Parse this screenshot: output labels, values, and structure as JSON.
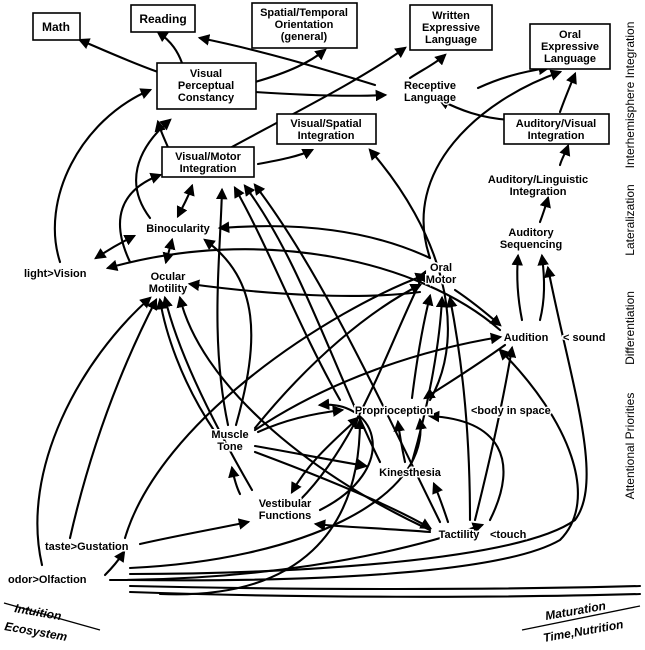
{
  "nodes": {
    "math": [
      "Math"
    ],
    "reading": [
      "Reading"
    ],
    "spatial_temporal": [
      "Spatial/Temporal",
      "Orientation",
      "(general)"
    ],
    "written_expressive": [
      "Written",
      "Expressive",
      "Language"
    ],
    "oral_expressive": [
      "Oral",
      "Expressive",
      "Language"
    ],
    "visual_perceptual": [
      "Visual",
      "Perceptual",
      "Constancy"
    ],
    "receptive_language": [
      "Receptive",
      "Language"
    ],
    "visual_spatial": [
      "Visual/Spatial",
      "Integration"
    ],
    "auditory_visual": [
      "Auditory/Visual",
      "Integration"
    ],
    "visual_motor": [
      "Visual/Motor",
      "Integration"
    ],
    "auditory_linguistic": [
      "Auditory/Linguistic",
      "Integration"
    ],
    "binocularity": [
      "Binocularity"
    ],
    "auditory_sequencing": [
      "Auditory",
      "Sequencing"
    ],
    "vision": [
      "light>Vision"
    ],
    "ocular_motility": [
      "Ocular",
      "Motility"
    ],
    "oral_motor": [
      "Oral",
      "Motor"
    ],
    "audition": [
      "Audition"
    ],
    "sound": [
      "< sound"
    ],
    "proprioception": [
      "Proprioception"
    ],
    "body_in_space": [
      "<body in space"
    ],
    "muscle_tone": [
      "Muscle",
      "Tone"
    ],
    "kinesthesia": [
      "Kinesthesia"
    ],
    "vestibular": [
      "Vestibular",
      "Functions"
    ],
    "tactility": [
      "Tactility"
    ],
    "touch": [
      "<touch"
    ],
    "gustation": [
      "taste>Gustation"
    ],
    "olfaction": [
      "odor>Olfaction"
    ]
  },
  "side_labels": {
    "interhemisphere": "Interhemisphere Integration",
    "lateralization": "Lateralization",
    "differentiation": "Differentiation",
    "attentional": "Attentional Priorities"
  },
  "corner_labels": {
    "intuition": "Intuition",
    "ecosystem": "Ecosystem",
    "maturation": "Maturation",
    "time_nutrition": "Time,Nutrition"
  }
}
